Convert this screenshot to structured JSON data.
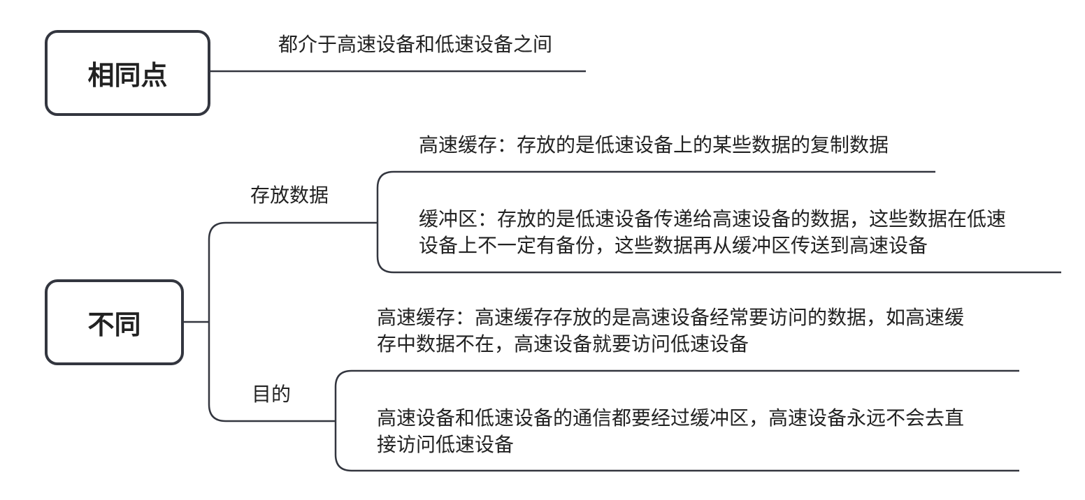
{
  "similar": {
    "title": "相同点",
    "point": "都介于高速设备和低速设备之间"
  },
  "different": {
    "title": "不同",
    "storage": {
      "label": "存放数据",
      "cache": "高速缓存：存放的是低速设备上的某些数据的复制数据",
      "buffer_line1": "缓冲区：存放的是低速设备传递给高速设备的数据，这些数据在低速",
      "buffer_line2": "设备上不一定有备份，这些数据再从缓冲区传送到高速设备"
    },
    "purpose": {
      "label": "目的",
      "cache_line1": "高速缓存：高速缓存存放的是高速设备经常要访问的数据，如高速缓",
      "cache_line2": "存中数据不在，高速设备就要访问低速设备",
      "buffer_line1": "高速设备和低速设备的通信都要经过缓冲区，高速设备永远不会去直",
      "buffer_line2": "接访问低速设备"
    }
  },
  "colors": {
    "line": "#33363f",
    "text": "#222222"
  }
}
